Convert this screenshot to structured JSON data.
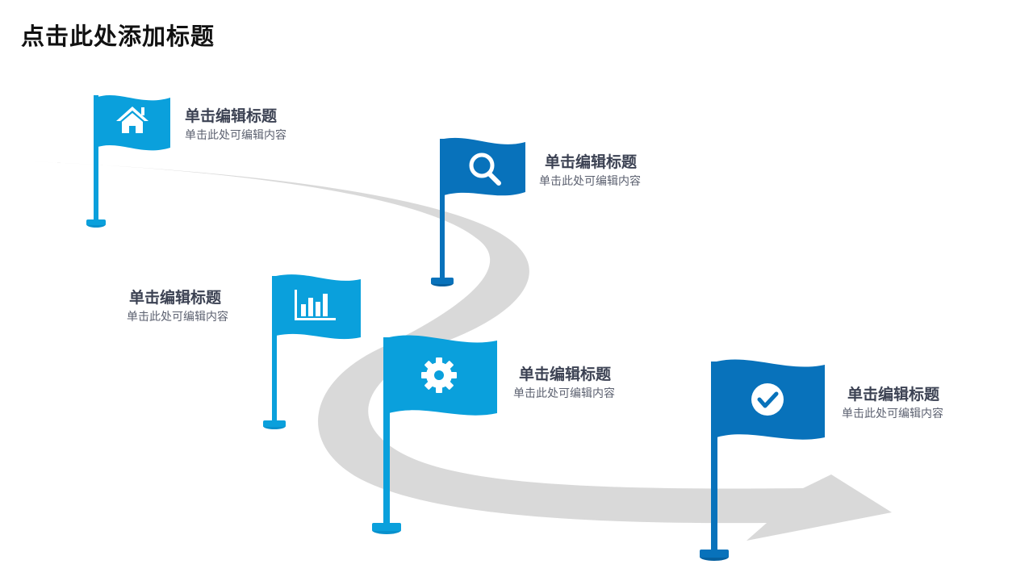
{
  "slide": {
    "title": "点击此处添加标题"
  },
  "colors": {
    "flag_light": "#0aa0dc",
    "flag_dark": "#0872bb",
    "road": "#d9d9d9",
    "heading_text": "#3c4253",
    "body_text": "#5c6170"
  },
  "milestones": [
    {
      "icon": "home-icon",
      "color": "flag_light",
      "title": "单击编辑标题",
      "desc": "单击此处可编辑内容"
    },
    {
      "icon": "search-icon",
      "color": "flag_dark",
      "title": "单击编辑标题",
      "desc": "单击此处可编辑内容"
    },
    {
      "icon": "bar-chart-icon",
      "color": "flag_light",
      "title": "单击编辑标题",
      "desc": "单击此处可编辑内容"
    },
    {
      "icon": "gear-icon",
      "color": "flag_light",
      "title": "单击编辑标题",
      "desc": "单击此处可编辑内容"
    },
    {
      "icon": "check-circle-icon",
      "color": "flag_dark",
      "title": "单击编辑标题",
      "desc": "单击此处可编辑内容"
    }
  ]
}
